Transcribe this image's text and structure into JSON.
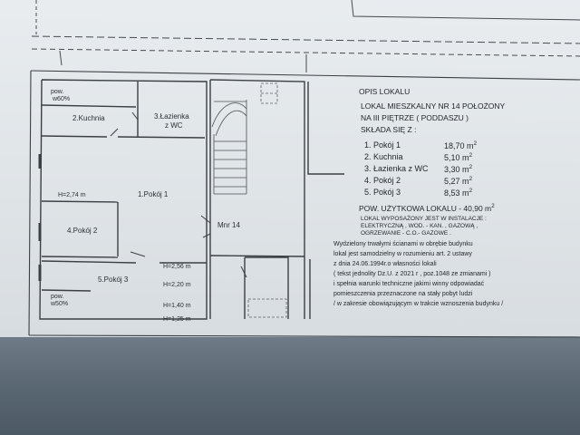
{
  "title": {
    "line1": "OPIS LOKALU",
    "line2": "LOKAL MIESZKALNY NR 14 POŁOŻONY",
    "line3": "NA III PIĘTRZE ( PODDASZU )",
    "line4": "SKŁADA SIĘ Z :"
  },
  "rooms": [
    {
      "name": "1. Pokój 1",
      "area": "18,70 m"
    },
    {
      "name": "2. Kuchnia",
      "area": "5,10 m"
    },
    {
      "name": "3. Łazienka z WC",
      "area": "3,30 m"
    },
    {
      "name": "4. Pokój 2",
      "area": "5,27 m"
    },
    {
      "name": "5. Pokój 3",
      "area": "8,53 m"
    }
  ],
  "area_superscript": "2",
  "total": "POW. UŻYTKOWA LOKALU - 40,90 m",
  "equipment": {
    "line1": "LOKAL WYPOSAŻONY JEST W INSTALACJE :",
    "line2": "ELEKTRYCZNĄ , WOD. - KAN. , GAZOWĄ ,",
    "line3": "OGRZEWANIE - C.O.- GAZOWE ."
  },
  "legal": [
    "Wydzielony trwałymi ścianami w obrębie budynku",
    "lokal jest samodzielny w rozumieniu art. 2 ustawy",
    "z dnia 24.06.1994r.o własności lokali",
    "( tekst jednolity Dz.U. z 2021 r , poz.1048 ze zmianami )",
    "i spełnia warunki techniczne jakimi winny odpowiadać",
    "pomieszczenia przeznaczone na stały pobyt ludzi",
    "/ w zakresie obowiązującym w trakcie wznoszenia budynku /"
  ],
  "plan": {
    "pow_top": "pow.",
    "pow_top2": "w60%",
    "kuchnia": "2.Kuchnia",
    "lazienka1": "3.Łazienka",
    "lazienka2": "z WC",
    "pokoj1": "1.Pokój 1",
    "pokoj2": "4.Pokój 2",
    "pokoj3": "5.Pokój 3",
    "mnr": "Mnr 14",
    "h_274": "H=2,74 m",
    "h_256": "H=2,56 m",
    "h_220": "H=2,20 m",
    "h_140": "H=1,40 m",
    "h_125": "H=1,25 m",
    "pow_bottom": "pow.",
    "pow_bottom2": "w50%"
  }
}
